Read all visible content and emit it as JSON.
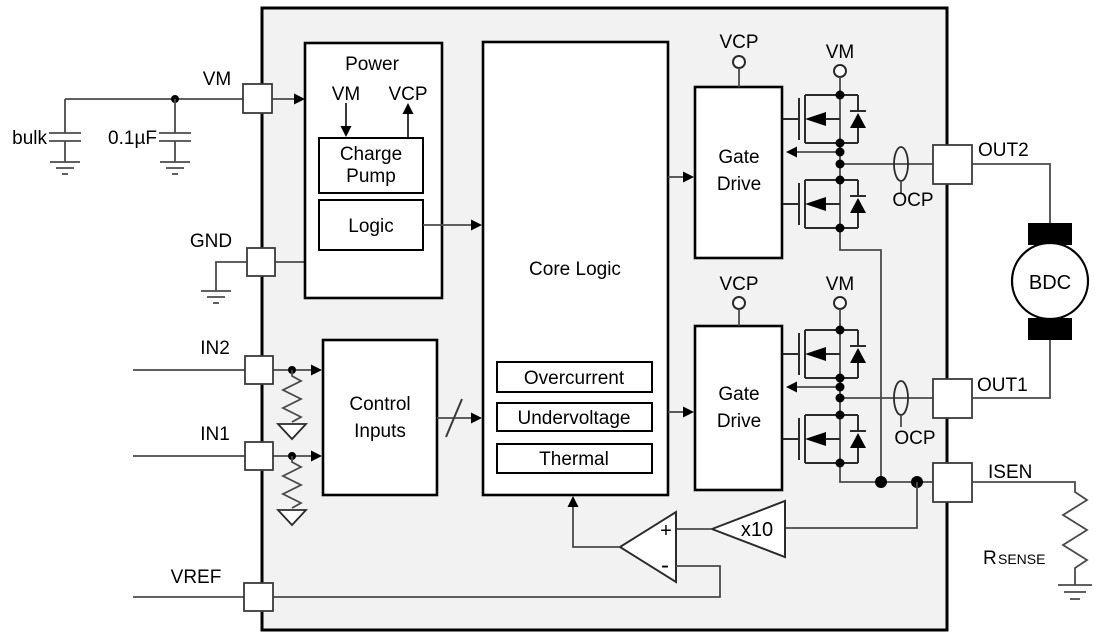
{
  "figure": {
    "type": "motor-driver-functional-block-diagram",
    "chip_fill": "#f2f2f2",
    "line_color": "#000000"
  },
  "external": {
    "bulk_cap_label": "bulk",
    "bypass_cap_label": "0.1µF",
    "motor_label": "BDC",
    "sense_resistor_label": "R",
    "sense_resistor_sub": "SENSE"
  },
  "pins": {
    "vm": "VM",
    "gnd": "GND",
    "in2": "IN2",
    "in1": "IN1",
    "vref": "VREF",
    "out2": "OUT2",
    "out1": "OUT1",
    "isen": "ISEN"
  },
  "power": {
    "title": "Power",
    "vm": "VM",
    "vcp": "VCP",
    "charge_pump_line1": "Charge",
    "charge_pump_line2": "Pump",
    "logic": "Logic"
  },
  "core_logic": {
    "title": "Core Logic",
    "monitors": [
      "Overcurrent",
      "Undervoltage",
      "Thermal"
    ]
  },
  "control_inputs": {
    "line1": "Control",
    "line2": "Inputs"
  },
  "gate_drive_top": {
    "line1": "Gate",
    "line2": "Drive",
    "vcp": "VCP",
    "vm": "VM",
    "ocp": "OCP"
  },
  "gate_drive_bottom": {
    "line1": "Gate",
    "line2": "Drive",
    "vcp": "VCP",
    "vm": "VM",
    "ocp": "OCP"
  },
  "sense_amp": {
    "gain": "x10",
    "plus": "+",
    "minus": "-"
  }
}
